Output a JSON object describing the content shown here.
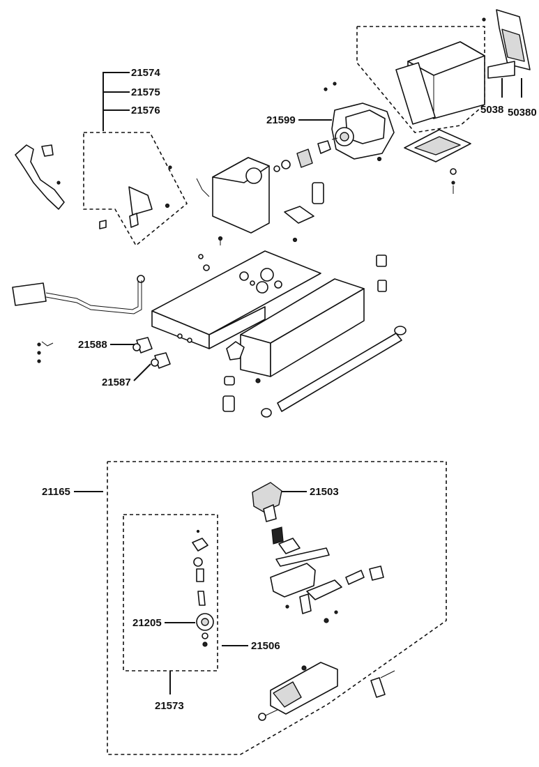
{
  "labels": {
    "l21574": "21574",
    "l21575": "21575",
    "l21576": "21576",
    "l21599": "21599",
    "l5038": "5038",
    "l50380": "50380",
    "l21588": "21588",
    "l21587": "21587",
    "l21165": "21165",
    "l21503": "21503",
    "l21205": "21205",
    "l21506": "21506",
    "l21573": "21573"
  }
}
